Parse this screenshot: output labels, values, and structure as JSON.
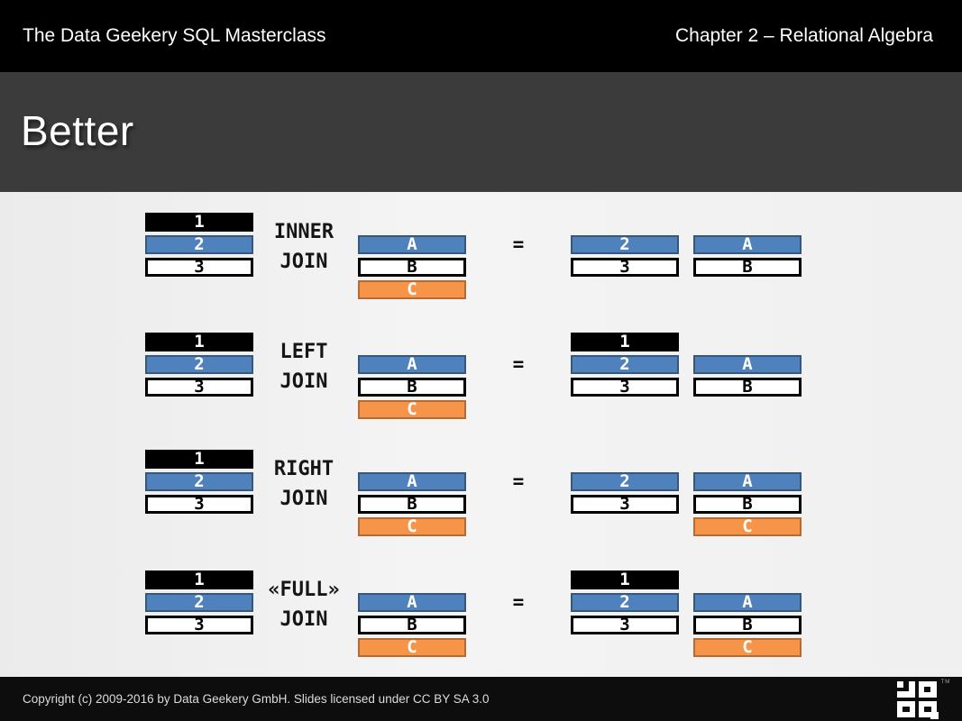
{
  "header": {
    "left": "The Data Geekery SQL Masterclass",
    "right": "Chapter 2 – Relational Algebra"
  },
  "title": "Better",
  "colors": {
    "header_bg": "#000000",
    "title_band_bg": "#3b3b3b",
    "content_bg": "#f0f0f0",
    "bar_blue": "#4F81BD",
    "bar_blue_border": "#36587C",
    "bar_orange": "#F6954A",
    "bar_orange_border": "#B66B32",
    "bar_black": "#000000",
    "bar_white": "#FFFFFF"
  },
  "bar_styles": {
    "black": {
      "bg": "#000000",
      "border": "#000000",
      "text": "#ffffff"
    },
    "blue": {
      "bg": "#4F81BD",
      "border": "#36587C",
      "text": "#ffffff"
    },
    "white": {
      "bg": "#ffffff",
      "border": "#000000",
      "text": "#000000"
    },
    "orange": {
      "bg": "#F6954A",
      "border": "#B66B32",
      "text": "#ffffff"
    }
  },
  "diagram": {
    "equals_symbol": "=",
    "rows": [
      {
        "name": "inner-join",
        "label_lines": [
          "INNER",
          "JOIN"
        ],
        "left_operand": {
          "start_row": 0,
          "bars": [
            {
              "text": "1",
              "style": "black"
            },
            {
              "text": "2",
              "style": "blue"
            },
            {
              "text": "3",
              "style": "white"
            }
          ]
        },
        "right_operand": {
          "start_row": 1,
          "bars": [
            {
              "text": "A",
              "style": "blue"
            },
            {
              "text": "B",
              "style": "white"
            },
            {
              "text": "C",
              "style": "orange"
            }
          ]
        },
        "result_left": {
          "start_row": 1,
          "bars": [
            {
              "text": "2",
              "style": "blue"
            },
            {
              "text": "3",
              "style": "white"
            }
          ]
        },
        "result_right": {
          "start_row": 1,
          "bars": [
            {
              "text": "A",
              "style": "blue"
            },
            {
              "text": "B",
              "style": "white"
            }
          ]
        }
      },
      {
        "name": "left-join",
        "label_lines": [
          "LEFT",
          "JOIN"
        ],
        "left_operand": {
          "start_row": 0,
          "bars": [
            {
              "text": "1",
              "style": "black"
            },
            {
              "text": "2",
              "style": "blue"
            },
            {
              "text": "3",
              "style": "white"
            }
          ]
        },
        "right_operand": {
          "start_row": 1,
          "bars": [
            {
              "text": "A",
              "style": "blue"
            },
            {
              "text": "B",
              "style": "white"
            },
            {
              "text": "C",
              "style": "orange"
            }
          ]
        },
        "result_left": {
          "start_row": 0,
          "bars": [
            {
              "text": "1",
              "style": "black"
            },
            {
              "text": "2",
              "style": "blue"
            },
            {
              "text": "3",
              "style": "white"
            }
          ]
        },
        "result_right": {
          "start_row": 1,
          "bars": [
            {
              "text": "A",
              "style": "blue"
            },
            {
              "text": "B",
              "style": "white"
            }
          ]
        }
      },
      {
        "name": "right-join",
        "label_lines": [
          "RIGHT",
          "JOIN"
        ],
        "left_operand": {
          "start_row": 0,
          "bars": [
            {
              "text": "1",
              "style": "black"
            },
            {
              "text": "2",
              "style": "blue"
            },
            {
              "text": "3",
              "style": "white"
            }
          ]
        },
        "right_operand": {
          "start_row": 1,
          "bars": [
            {
              "text": "A",
              "style": "blue"
            },
            {
              "text": "B",
              "style": "white"
            },
            {
              "text": "C",
              "style": "orange"
            }
          ]
        },
        "result_left": {
          "start_row": 1,
          "bars": [
            {
              "text": "2",
              "style": "blue"
            },
            {
              "text": "3",
              "style": "white"
            }
          ]
        },
        "result_right": {
          "start_row": 1,
          "bars": [
            {
              "text": "A",
              "style": "blue"
            },
            {
              "text": "B",
              "style": "white"
            },
            {
              "text": "C",
              "style": "orange"
            }
          ]
        }
      },
      {
        "name": "full-join",
        "label_lines": [
          "«FULL»",
          "JOIN"
        ],
        "left_operand": {
          "start_row": 0,
          "bars": [
            {
              "text": "1",
              "style": "black"
            },
            {
              "text": "2",
              "style": "blue"
            },
            {
              "text": "3",
              "style": "white"
            }
          ]
        },
        "right_operand": {
          "start_row": 1,
          "bars": [
            {
              "text": "A",
              "style": "blue"
            },
            {
              "text": "B",
              "style": "white"
            },
            {
              "text": "C",
              "style": "orange"
            }
          ]
        },
        "result_left": {
          "start_row": 0,
          "bars": [
            {
              "text": "1",
              "style": "black"
            },
            {
              "text": "2",
              "style": "blue"
            },
            {
              "text": "3",
              "style": "white"
            }
          ]
        },
        "result_right": {
          "start_row": 1,
          "bars": [
            {
              "text": "A",
              "style": "blue"
            },
            {
              "text": "B",
              "style": "white"
            },
            {
              "text": "C",
              "style": "orange"
            }
          ]
        }
      }
    ]
  },
  "footer": {
    "copyright": "Copyright (c) 2009-2016 by Data Geekery GmbH. Slides licensed under CC BY SA 3.0",
    "logo_icon": "jooq-logo",
    "trademark": "TM"
  }
}
